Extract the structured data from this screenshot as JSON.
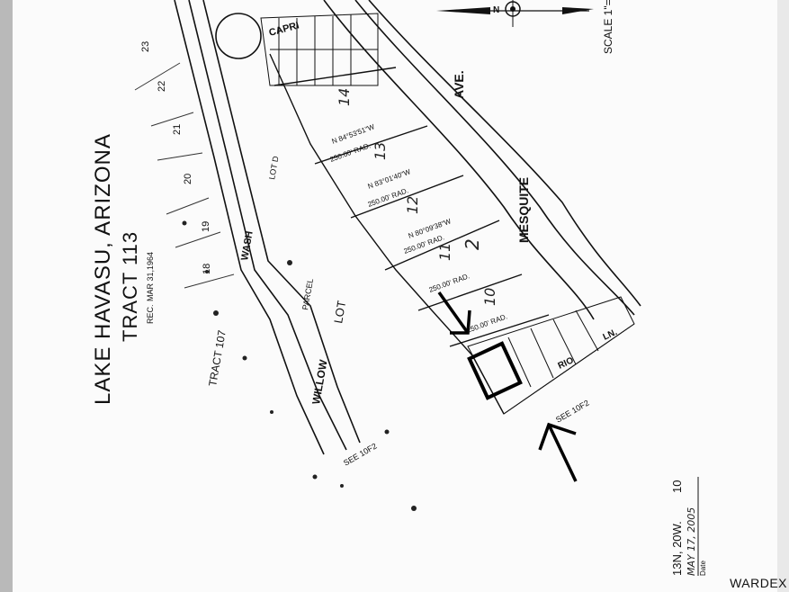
{
  "title": {
    "place": "LAKE  HAVASU, ARIZONA",
    "tract": "TRACT 113",
    "recorded_prefix": "REC.",
    "recorded_date": "MAR 31,1964"
  },
  "streets": {
    "mesquite": "MESQUITE",
    "ave": "AVE.",
    "capri": "CAPRI",
    "willow": "WILLOW",
    "wash": "WASH",
    "rio": "RIO",
    "ln": "LN."
  },
  "labels": {
    "lot": "LOT",
    "lot_d": "LOT D",
    "tract_107": "TRACT 107",
    "block_2": "2",
    "parcel": "PARCEL",
    "see_ref_1": "SEE 10F2",
    "see_ref_2": "SEE 10F2",
    "scale": "SCALE 1\"=",
    "north": "N"
  },
  "lots": [
    "14",
    "13",
    "12",
    "11",
    "10"
  ],
  "side_lots": [
    "23",
    "22",
    "21",
    "20",
    "19",
    "18"
  ],
  "dimensions": {
    "d14": "250.00' RAD.",
    "d13": "250.00' RAD.",
    "d12": "250.00' RAD.",
    "d11": "250.00' RAD.",
    "d10": "250.00' RAD."
  },
  "bearings": {
    "b1": "N 84°53'51\"W",
    "b2": "N 83°01'40\"W",
    "b3": "N 80°09'38\"W"
  },
  "corner": {
    "township": "13N, 20W.",
    "page": "10",
    "date": "MAY 17, 2005",
    "date_label": "Date"
  },
  "watermark": "WARDEX"
}
